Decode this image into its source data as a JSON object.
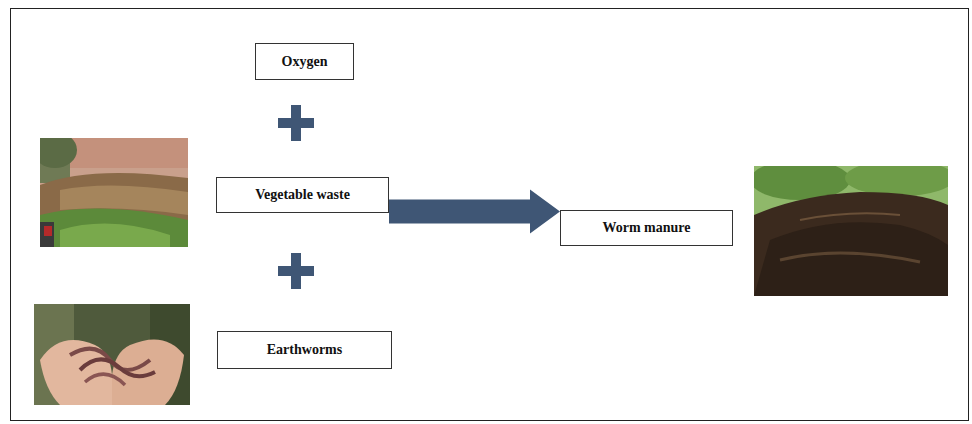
{
  "diagram": {
    "nodes": [
      {
        "text": [
          "Oxygen"
        ]
      },
      {
        "text": [
          "Vegetable waste"
        ]
      },
      {
        "text": [
          "Earthworms"
        ]
      },
      {
        "text": [
          "Worm manure"
        ]
      }
    ],
    "edges": [
      {
        "from": 1,
        "to": 3,
        "arrow": "to"
      }
    ]
  }
}
